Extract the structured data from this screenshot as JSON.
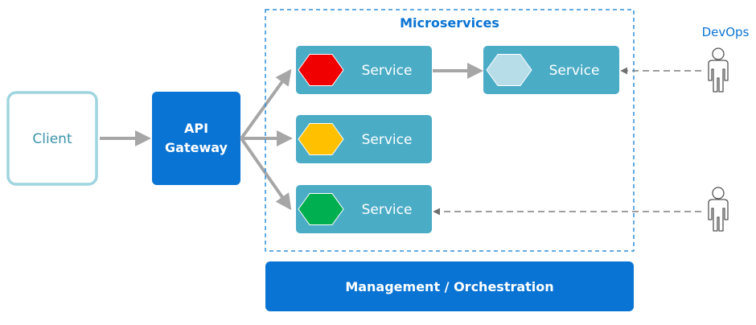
{
  "client": {
    "label": "Client"
  },
  "gateway": {
    "line1": "API",
    "line2": "Gateway"
  },
  "microservices": {
    "title": "Microservices",
    "services": [
      {
        "label": "Service",
        "color": "#f00000"
      },
      {
        "label": "Service",
        "color": "#b7dde8"
      },
      {
        "label": "Service",
        "color": "#ffc000"
      },
      {
        "label": "Service",
        "color": "#00b050"
      }
    ]
  },
  "devops": {
    "label": "DevOps"
  },
  "management": {
    "label": "Management / Orchestration"
  },
  "colors": {
    "primary_blue": "#0a74d4",
    "service_fill": "#4bacc6",
    "client_border": "#9fd5df",
    "client_text": "#3a93a8",
    "arrow_gray": "#a6a6a6",
    "dash_gray": "#7f7f7f",
    "container_dash": "#2e8fd8"
  },
  "icons": {
    "person": "person-outline-icon"
  }
}
